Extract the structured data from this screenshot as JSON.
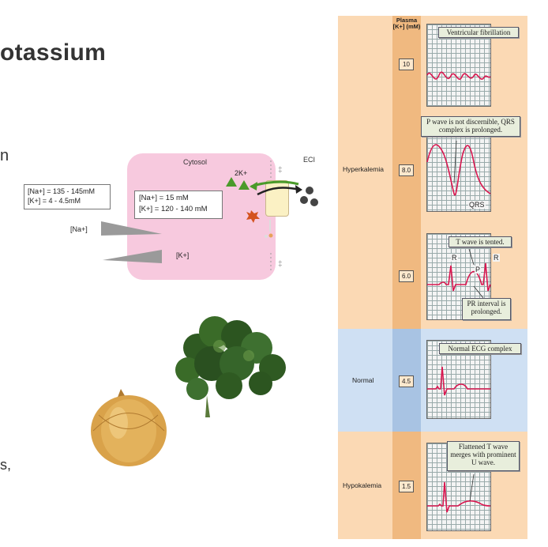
{
  "slide": {
    "title_fragment": "otassium",
    "text_fragment_1": "n",
    "text_fragment_2": "s,"
  },
  "cell_diagram": {
    "cytosol_label": "Cytosol",
    "ecf_label": "ECI",
    "pump_ion_label": "2K+",
    "extracellular_box": {
      "na": "[Na+] = 135 - 145mM",
      "k": "[K+]   = 4 - 4.5mM"
    },
    "intracellular_box": {
      "na": "[Na+] = 15 mM",
      "k": "[K+]   = 120 - 140 mM"
    },
    "na_gradient_label": "[Na+]",
    "k_gradient_label": "[K+]"
  },
  "ecg_panel": {
    "column_header": "Plasma [K+] (mM)",
    "rows": [
      {
        "condition": "",
        "value": "10",
        "callout": "Ventricular fibrillation"
      },
      {
        "condition": "Hyperkalemia",
        "value": "8.0",
        "callout": "P wave is not discernible, QRS complex is prolonged.",
        "tags": [
          "QRS"
        ]
      },
      {
        "condition": "",
        "value": "6.0",
        "callout": "T wave is tented.",
        "callout2": "PR interval is prolonged.",
        "tags": [
          "R",
          "R",
          "P"
        ]
      },
      {
        "condition": "Normal",
        "value": "4.5",
        "callout": "Normal ECG complex"
      },
      {
        "condition": "Hypokalemia",
        "value": "1.5",
        "callout": "Flattened T wave merges with prominent U wave."
      }
    ]
  },
  "colors": {
    "cell_fill": "#f7c9de",
    "panel_orange": "#fbd9b4",
    "panel_blue": "#cfe0f3",
    "ecg_trace": "#d9164f",
    "pump_green": "#4a9a2a"
  }
}
